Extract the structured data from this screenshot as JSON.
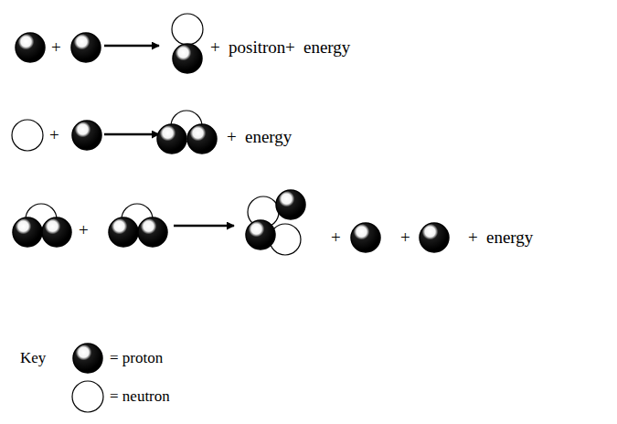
{
  "diagram": {
    "labels": [
      "+",
      "+",
      "positron",
      "+",
      "energy",
      "+",
      "+",
      "energy",
      "+",
      "+",
      "+",
      "+",
      "energy",
      "Key"
    ],
    "legend": [
      {
        "text": "= proton"
      },
      {
        "text": "= neutron"
      }
    ]
  }
}
